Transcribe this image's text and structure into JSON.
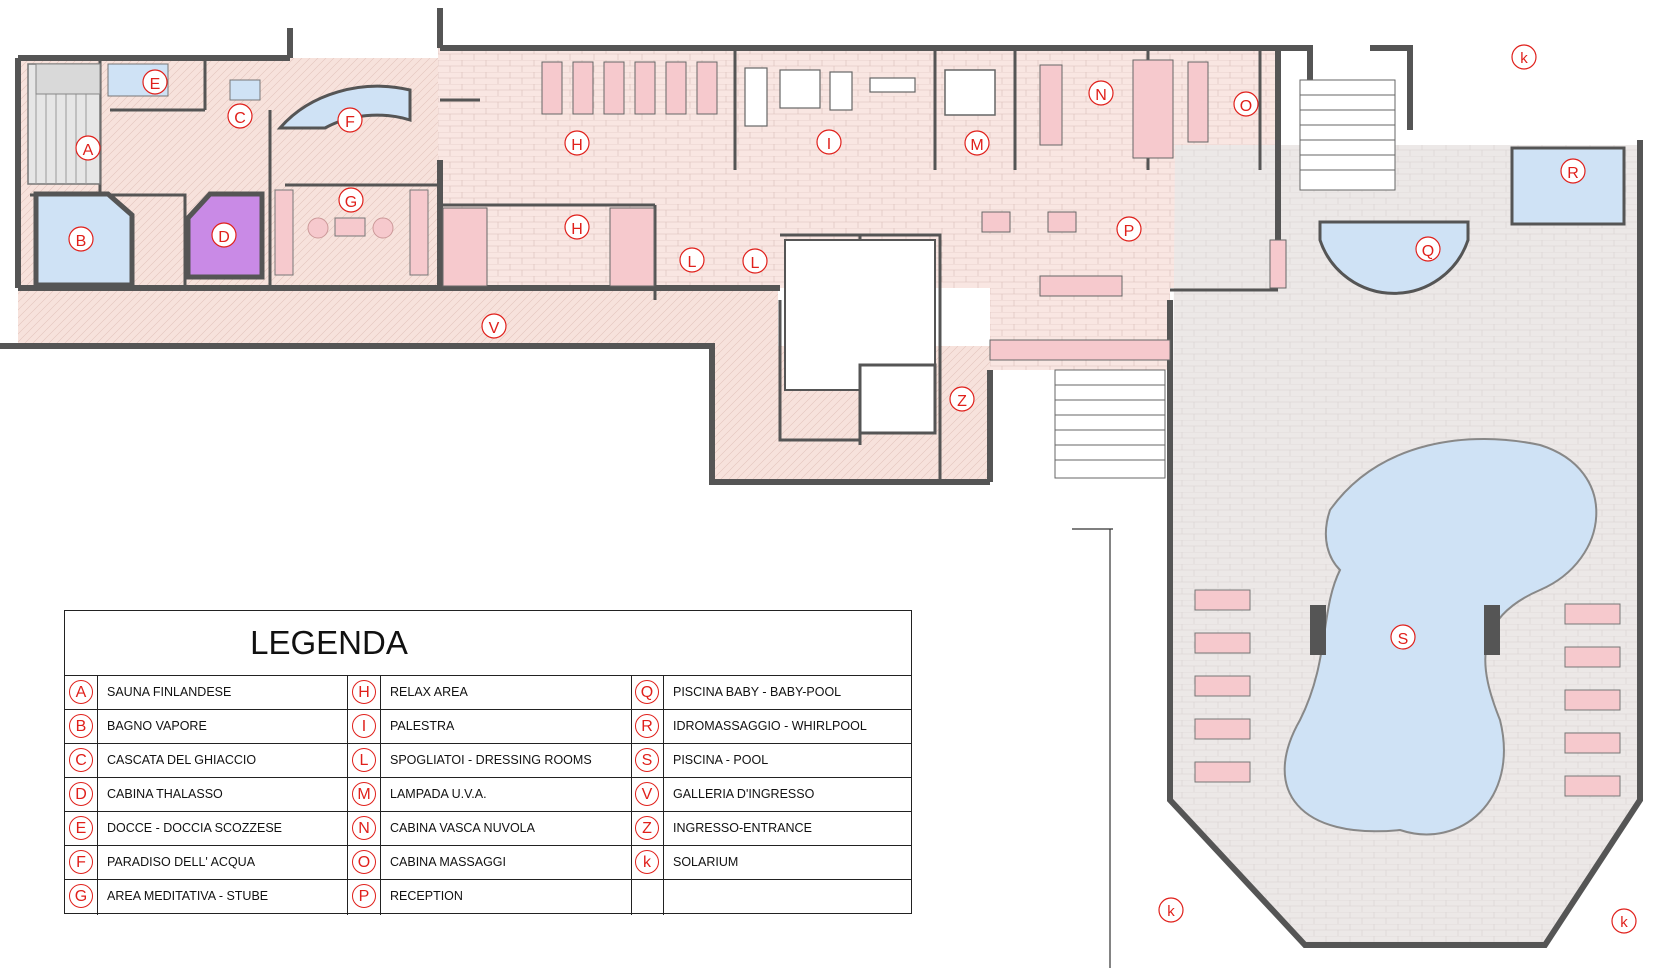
{
  "legend": {
    "title": "LEGENDA",
    "items": [
      {
        "code": "A",
        "label": "SAUNA FINLANDESE"
      },
      {
        "code": "B",
        "label": "BAGNO VAPORE"
      },
      {
        "code": "C",
        "label": "CASCATA DEL GHIACCIO"
      },
      {
        "code": "D",
        "label": "CABINA THALASSO"
      },
      {
        "code": "E",
        "label": "DOCCE - DOCCIA SCOZZESE"
      },
      {
        "code": "F",
        "label": "PARADISO DELL' ACQUA"
      },
      {
        "code": "G",
        "label": "AREA MEDITATIVA - STUBE"
      },
      {
        "code": "H",
        "label": "RELAX   AREA"
      },
      {
        "code": "I",
        "label": "PALESTRA"
      },
      {
        "code": "L",
        "label": "SPOGLIATOI - DRESSING ROOMS"
      },
      {
        "code": "M",
        "label": "LAMPADA U.V.A."
      },
      {
        "code": "N",
        "label": "CABINA VASCA NUVOLA"
      },
      {
        "code": "O",
        "label": "CABINA MASSAGGI"
      },
      {
        "code": "P",
        "label": "RECEPTION"
      },
      {
        "code": "Q",
        "label": "PISCINA BABY -  BABY-POOL"
      },
      {
        "code": "R",
        "label": "IDROMASSAGGIO - WHIRLPOOL"
      },
      {
        "code": "S",
        "label": "PISCINA - POOL"
      },
      {
        "code": "V",
        "label": "GALLERIA D'INGRESSO"
      },
      {
        "code": "Z",
        "label": "INGRESSO-ENTRANCE"
      },
      {
        "code": "k",
        "label": "SOLARIUM"
      }
    ]
  },
  "plan_labels": [
    "A",
    "B",
    "C",
    "D",
    "E",
    "F",
    "G",
    "H",
    "H",
    "I",
    "L",
    "L",
    "M",
    "N",
    "O",
    "P",
    "Q",
    "R",
    "S",
    "V",
    "Z",
    "k",
    "k",
    "k"
  ],
  "colors": {
    "label_red": "#e0201b",
    "wall": "#555555",
    "floor_pink": "#f9e6e2",
    "furniture_pink": "#f6c9cd",
    "water_blue": "#cfe2f5",
    "thalasso_purple": "#c98ae6",
    "terrace_grey": "#ece8e7"
  }
}
